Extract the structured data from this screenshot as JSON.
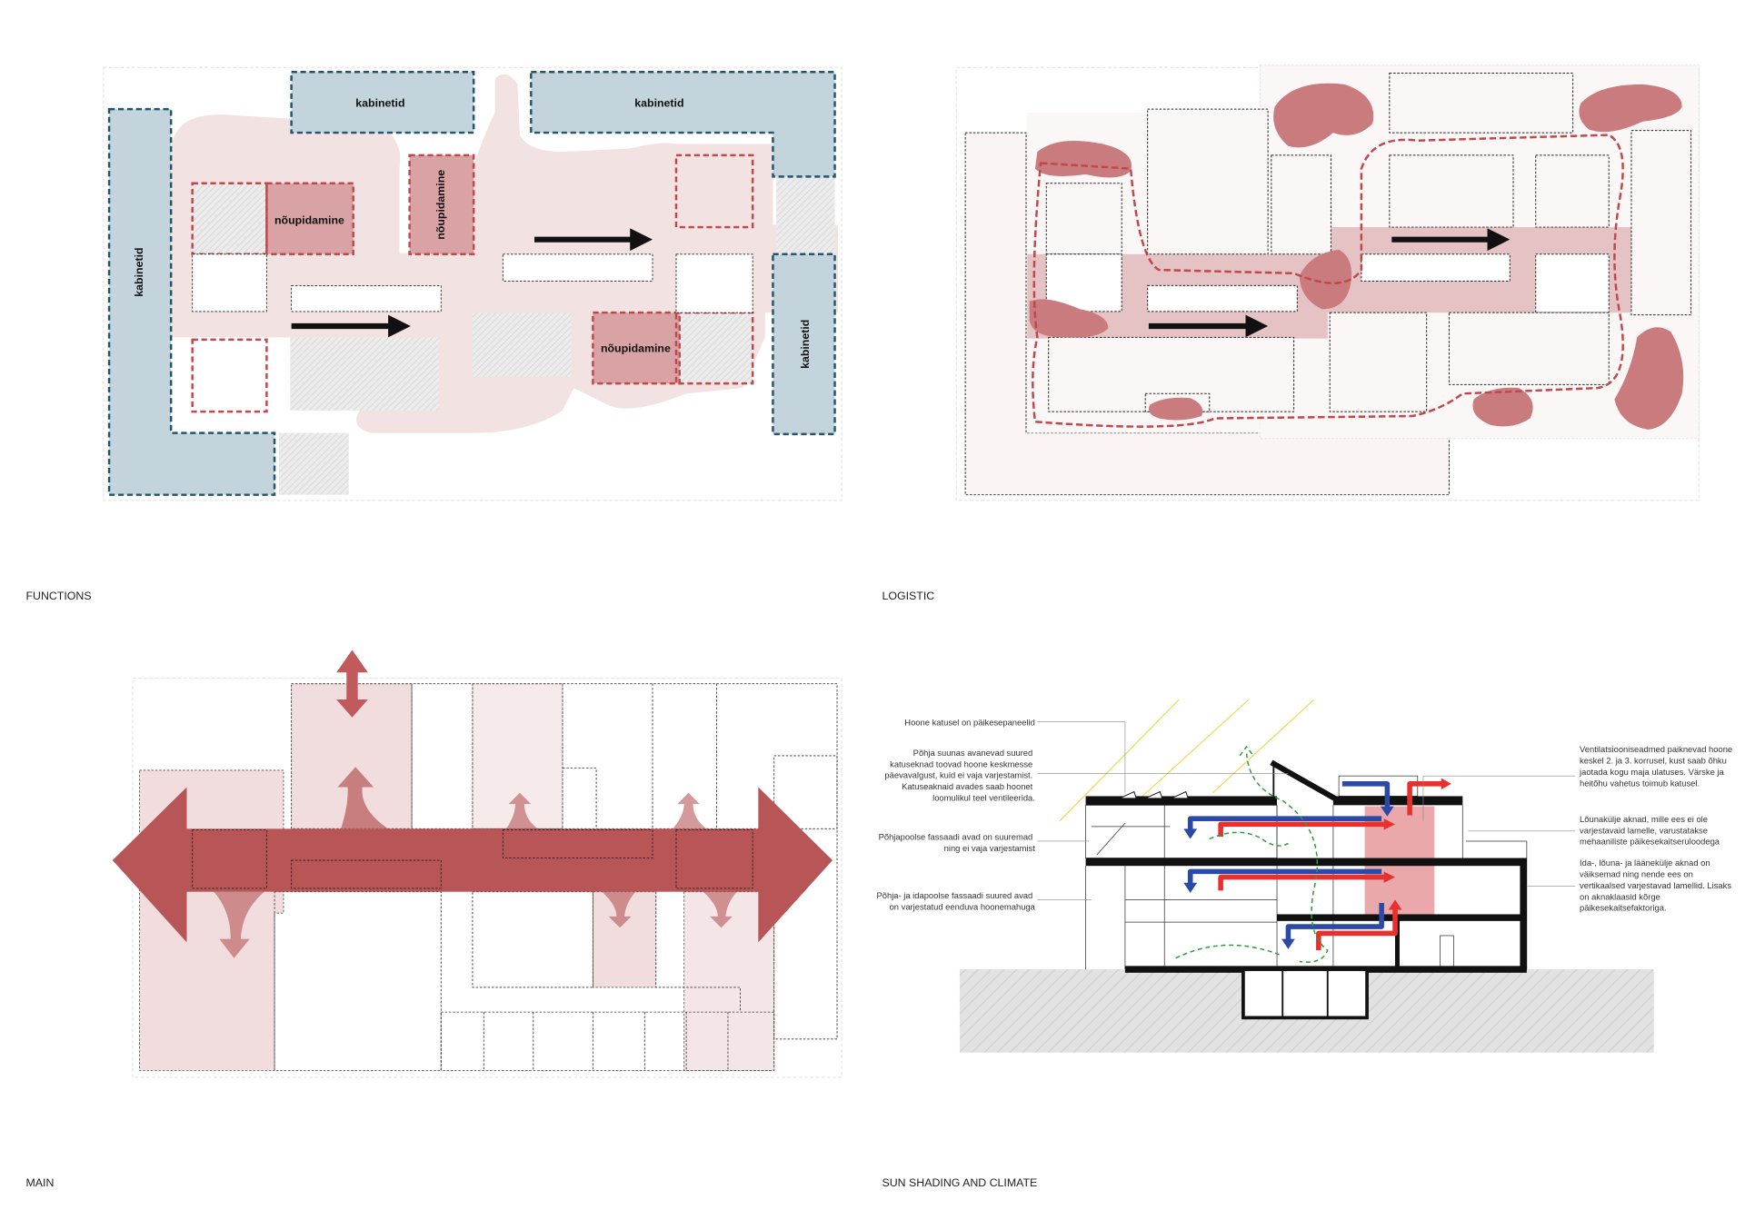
{
  "panels": {
    "functions": {
      "caption": "FUNCTIONS",
      "labels": {
        "kabinetid_left": "kabinetid",
        "kabinetid_top": "kabinetid",
        "kabinetid_top_right": "kabinetid",
        "kabinetid_right": "kabinetid",
        "noupidamine_1": "nõupidamine",
        "noupidamine_2": "nõupidamine",
        "noupidamine_3": "nõupidamine"
      }
    },
    "logistic": {
      "caption": "LOGISTIC"
    },
    "main": {
      "caption": "MAIN"
    },
    "climate": {
      "caption": "SUN SHADING AND CLIMATE",
      "notes_left": [
        [
          "Hoone katusel on päikesepaneelid"
        ],
        [
          "Põhja suunas avanevad suured",
          "katuseknad toovad hoone keskmesse",
          "päevavalgust, kuid ei vaja varjestamist.",
          "Katuseaknaid avades saab hoonet",
          "loomulikul teel ventileerida."
        ],
        [
          "Põhjapoolse fassaadi avad on suuremad",
          "ning ei vaja varjestamist"
        ],
        [
          "Põhja- ja idapoolse fassaadi suured avad",
          "on varjestatud eenduva hoonemahuga"
        ]
      ],
      "notes_right": [
        [
          "Ventilatsiooniseadmed paiknevad hoone",
          "keskel 2. ja 3. korrusel, kust saab õhku",
          "jaotada kogu maja ulatuses. Värske ja",
          "heitõhu vahetus toimub katusel."
        ],
        [
          "Lõunakülje aknad, mille ees ei ole",
          "varjestavaid lamelle, varustatakse",
          "mehaaniliste päikesekaitseruloodega"
        ],
        [
          "Ida-, lõuna- ja läänekülje aknad on",
          "väiksemad ning nende ees on",
          "vertikaalsed varjestavad lamellid. Lisaks",
          "on aknaklaasid kõrge",
          "päikesekaitsefaktoriga."
        ]
      ]
    }
  },
  "colors": {
    "office_blue": "#c3d4dc",
    "office_stroke": "#24566b",
    "meeting_red": "#d9a3a5",
    "meeting_stroke": "#c0474b",
    "flow_pink": "#f3e2e2",
    "main_red": "#b75557",
    "cold_air": "#2b4aa8",
    "warm_air": "#e8302e",
    "natural_vent": "#2e9a3a",
    "sun": "#f3d34a"
  }
}
